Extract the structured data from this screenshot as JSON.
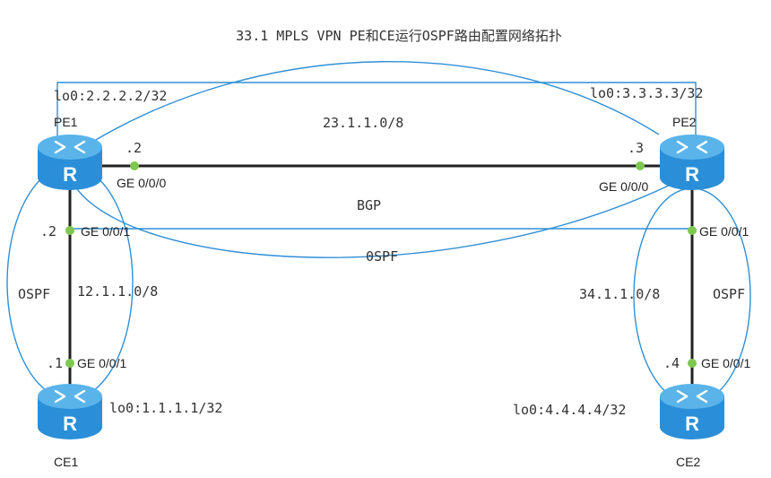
{
  "title": "33.1 MPLS VPN  PE和CE运行OSPF路由配置网络拓扑",
  "colors": {
    "link": "#222222",
    "logical": "#2f8fd6",
    "port": "#7ec850",
    "router_top": "#5ab4ea",
    "router_body": "#2a8fd8",
    "router_mark": "#ffffff"
  },
  "routers": {
    "pe1": {
      "name": "PE1",
      "loopback": "lo0:2.2.2.2/32",
      "icon": "router-icon"
    },
    "pe2": {
      "name": "PE2",
      "loopback": "lo0:3.3.3.3/32",
      "icon": "router-icon"
    },
    "ce1": {
      "name": "CE1",
      "loopback": "lo0:1.1.1.1/32",
      "icon": "router-icon"
    },
    "ce2": {
      "name": "CE2",
      "loopback": "lo0:4.4.4.4/32",
      "icon": "router-icon"
    }
  },
  "links": {
    "pe1_pe2": {
      "network": "23.1.1.0/8",
      "pe1_host": ".2",
      "pe1_port": "GE 0/0/0",
      "pe2_host": ".3",
      "pe2_port": "GE 0/0/0"
    },
    "pe1_ce1": {
      "network": "12.1.1.0/8",
      "pe1_host": ".2",
      "pe1_port": "GE 0/0/1",
      "ce1_host": ".1",
      "ce1_port": "GE 0/0/1"
    },
    "pe2_ce2": {
      "network": "34.1.1.0/8",
      "pe2_port": "GE 0/0/1",
      "ce2_host": ".4",
      "ce2_port": "GE 0/0/1"
    }
  },
  "protocols": {
    "bgp": "BGP",
    "ospf_core": "0SPF",
    "ospf_left": "OSPF",
    "ospf_right": "OSPF"
  }
}
